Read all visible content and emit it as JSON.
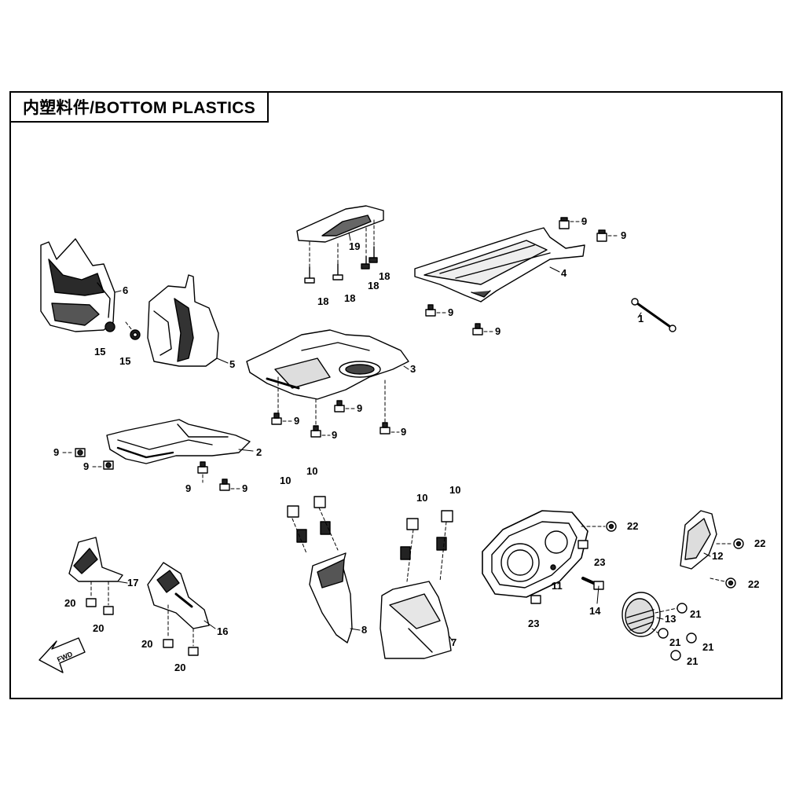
{
  "title": "内塑料件/BOTTOM PLASTICS",
  "callouts": [
    {
      "id": "c1",
      "label": "1"
    },
    {
      "id": "c2",
      "label": "2"
    },
    {
      "id": "c3",
      "label": "3"
    },
    {
      "id": "c4",
      "label": "4"
    },
    {
      "id": "c5",
      "label": "5"
    },
    {
      "id": "c6",
      "label": "6"
    },
    {
      "id": "c7",
      "label": "7"
    },
    {
      "id": "c8",
      "label": "8"
    },
    {
      "id": "c9a",
      "label": "9"
    },
    {
      "id": "c9b",
      "label": "9"
    },
    {
      "id": "c9c",
      "label": "9"
    },
    {
      "id": "c9d",
      "label": "9"
    },
    {
      "id": "c9e",
      "label": "9"
    },
    {
      "id": "c9f",
      "label": "9"
    },
    {
      "id": "c9g",
      "label": "9"
    },
    {
      "id": "c9h",
      "label": "9"
    },
    {
      "id": "c9i",
      "label": "9"
    },
    {
      "id": "c9j",
      "label": "9"
    },
    {
      "id": "c9k",
      "label": "9"
    },
    {
      "id": "c9l",
      "label": "9"
    },
    {
      "id": "c10a",
      "label": "10"
    },
    {
      "id": "c10b",
      "label": "10"
    },
    {
      "id": "c10c",
      "label": "10"
    },
    {
      "id": "c10d",
      "label": "10"
    },
    {
      "id": "c11",
      "label": "11"
    },
    {
      "id": "c12",
      "label": "12"
    },
    {
      "id": "c13",
      "label": "13"
    },
    {
      "id": "c14",
      "label": "14"
    },
    {
      "id": "c15a",
      "label": "15"
    },
    {
      "id": "c15b",
      "label": "15"
    },
    {
      "id": "c16",
      "label": "16"
    },
    {
      "id": "c17",
      "label": "17"
    },
    {
      "id": "c18a",
      "label": "18"
    },
    {
      "id": "c18b",
      "label": "18"
    },
    {
      "id": "c18c",
      "label": "18"
    },
    {
      "id": "c18d",
      "label": "18"
    },
    {
      "id": "c19",
      "label": "19"
    },
    {
      "id": "c20a",
      "label": "20"
    },
    {
      "id": "c20b",
      "label": "20"
    },
    {
      "id": "c20c",
      "label": "20"
    },
    {
      "id": "c20d",
      "label": "20"
    },
    {
      "id": "c21a",
      "label": "21"
    },
    {
      "id": "c21b",
      "label": "21"
    },
    {
      "id": "c21c",
      "label": "21"
    },
    {
      "id": "c21d",
      "label": "21"
    },
    {
      "id": "c22a",
      "label": "22"
    },
    {
      "id": "c22b",
      "label": "22"
    },
    {
      "id": "c22c",
      "label": "22"
    },
    {
      "id": "c23a",
      "label": "23"
    },
    {
      "id": "c23b",
      "label": "23"
    }
  ],
  "fwd_label": "FWD"
}
